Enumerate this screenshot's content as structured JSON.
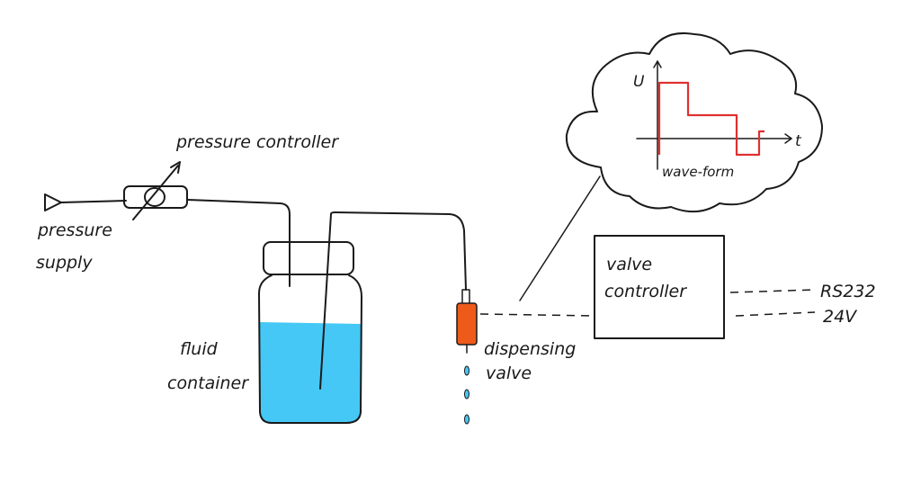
{
  "labels": {
    "pressure_controller": "pressure controller",
    "pressure_supply_line1": "pressure",
    "pressure_supply_line2": "supply",
    "fluid_container_line1": "fluid",
    "fluid_container_line2": "container",
    "dispensing_valve_line1": "dispensing",
    "dispensing_valve_line2": "valve",
    "valve_controller_line1": "valve",
    "valve_controller_line2": "controller",
    "rs232": "RS232",
    "volt": "24V",
    "waveform_axis_u": "U",
    "waveform_axis_t": "t",
    "waveform_caption": "wave-form"
  },
  "colors": {
    "fluid": "#45c8f5",
    "valve": "#ee5a1a",
    "waveform": "#e03030",
    "ink": "#1a1a1a"
  }
}
